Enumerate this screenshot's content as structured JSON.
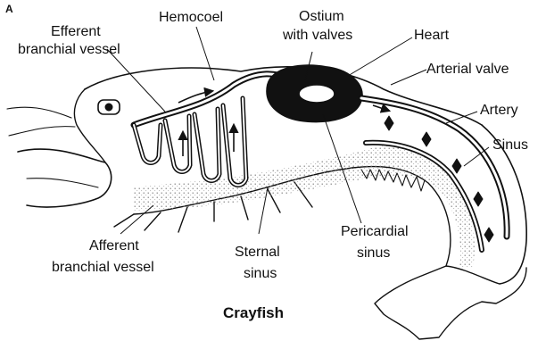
{
  "figure": {
    "panel_letter": "A",
    "caption": "Crayfish"
  },
  "labels": {
    "efferent_1": "Efferent",
    "efferent_2": "branchial vessel",
    "hemocoel": "Hemocoel",
    "ostium_1": "Ostium",
    "ostium_2": "with valves",
    "heart": "Heart",
    "arterial_valve": "Arterial valve",
    "artery": "Artery",
    "sinus": "Sinus",
    "afferent_1": "Afferent",
    "afferent_2": "branchial vessel",
    "sternal_1": "Sternal",
    "sternal_2": "sinus",
    "pericardial_1": "Pericardial",
    "pericardial_2": "sinus"
  },
  "colors": {
    "ink": "#111111",
    "paper": "#ffffff",
    "stipple": "#9a9a9a"
  }
}
